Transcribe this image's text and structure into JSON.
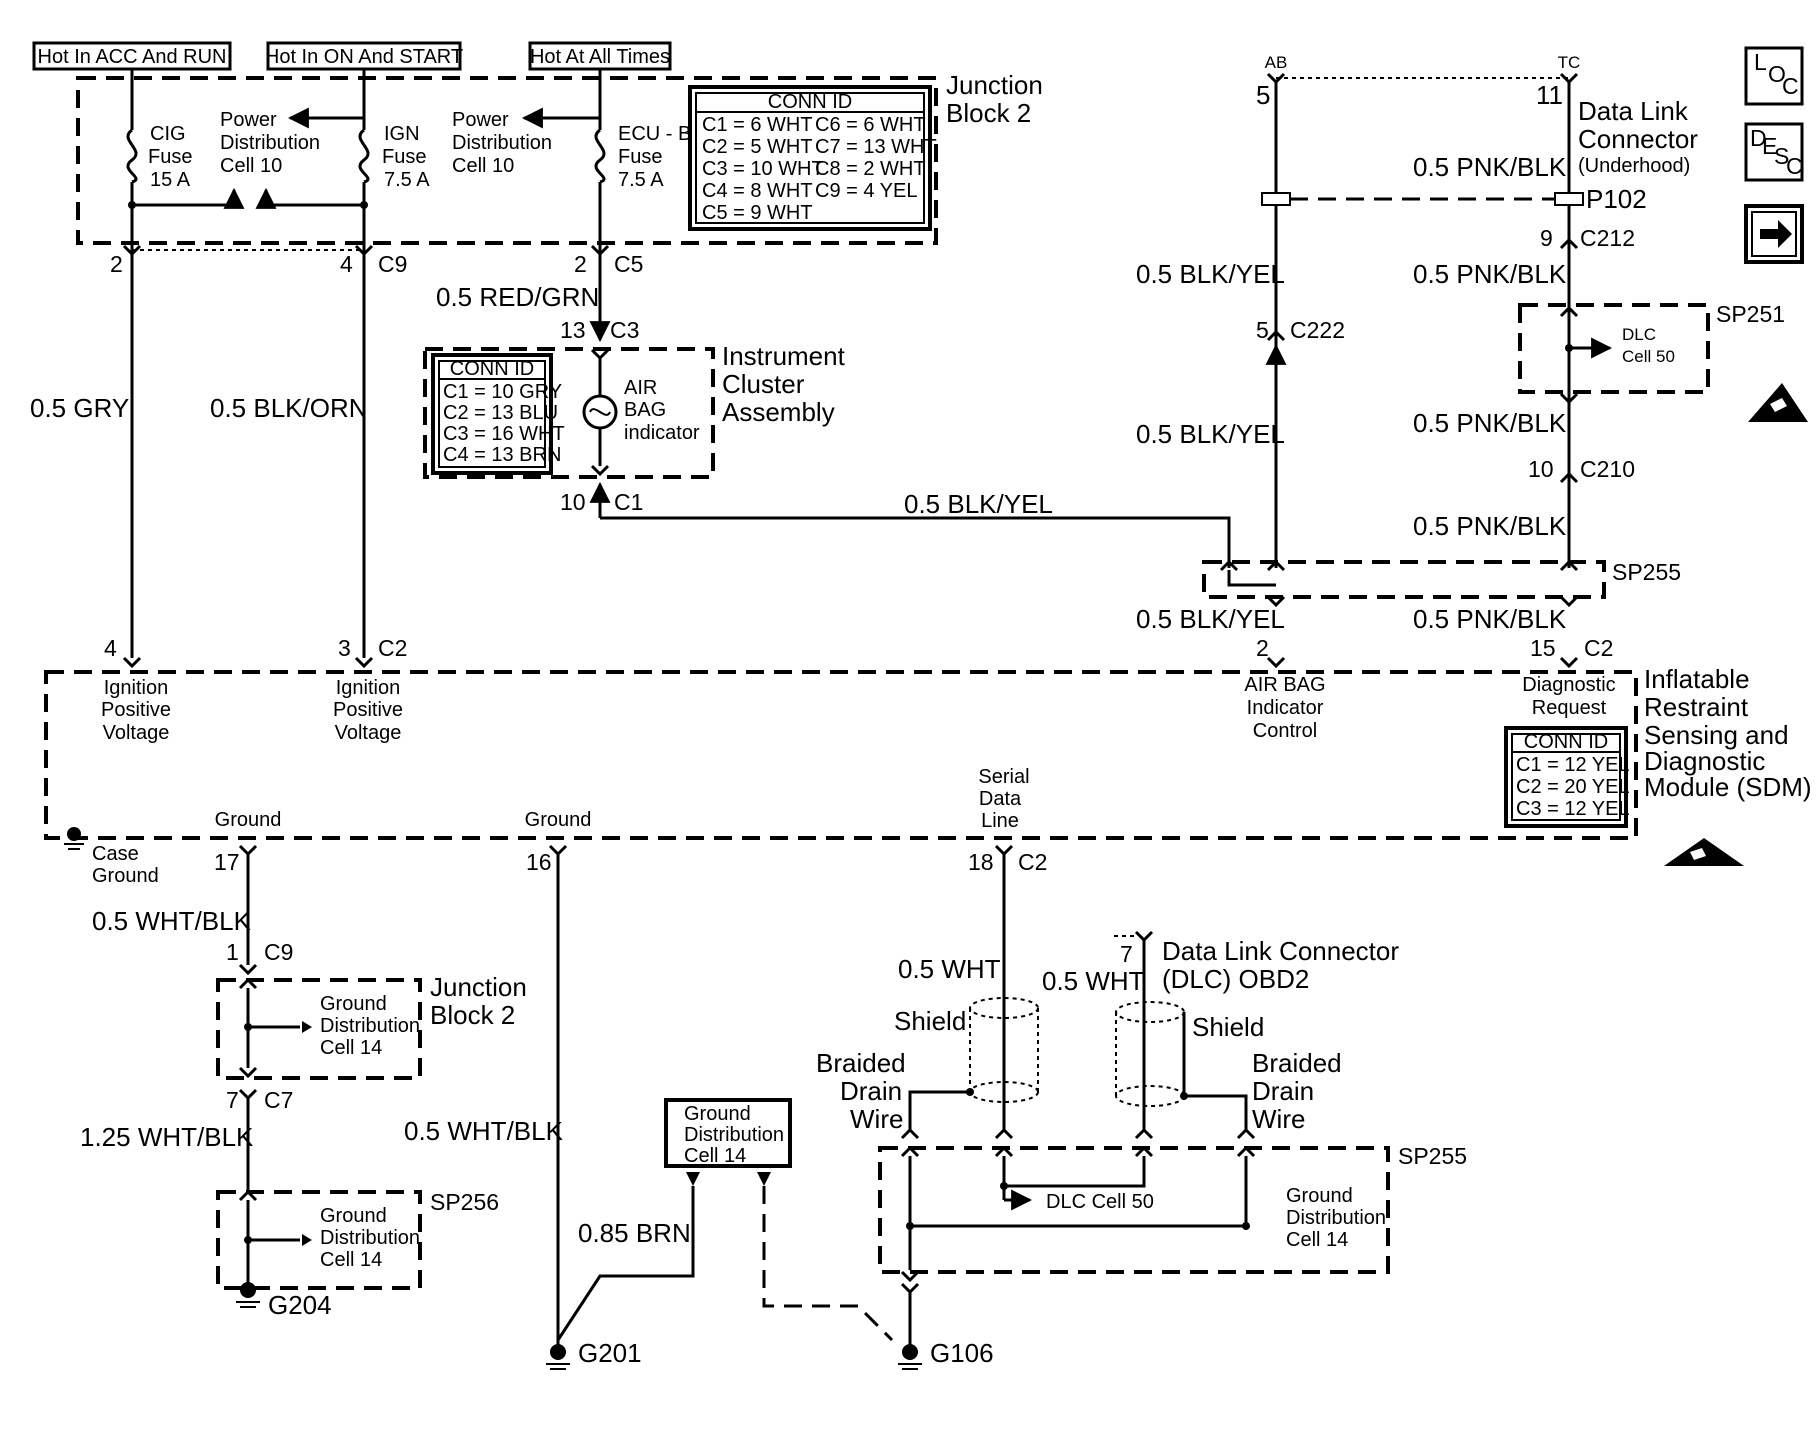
{
  "sources": {
    "acc_run": "Hot In ACC And RUN",
    "on_start": "Hot In ON And START",
    "all_times": "Hot At All Times"
  },
  "junction_block": {
    "title_line1": "Junction",
    "title_line2": "Block 2",
    "cig_fuse": [
      "CIG",
      "Fuse",
      "15 A"
    ],
    "ign_fuse": [
      "IGN",
      "Fuse",
      "7.5 A"
    ],
    "ecu_fuse": [
      "ECU - B",
      "Fuse",
      "7.5 A"
    ],
    "power_dist_1": [
      "Power",
      "Distribution",
      "Cell 10"
    ],
    "power_dist_2": [
      "Power",
      "Distribution",
      "Cell 10"
    ],
    "conn_id": {
      "title": "CONN ID",
      "left": [
        "C1 = 6 WHT",
        "C2 = 5 WHT",
        "C3 = 10 WHT",
        "C4 = 8 WHT",
        "C5 = 9 WHT"
      ],
      "right": [
        "C6 = 6 WHT",
        "C7 = 13 WHT",
        "C8 = 2 WHT",
        "C9 = 4 YEL"
      ]
    }
  },
  "instrument_cluster": {
    "title": [
      "Instrument",
      "Cluster",
      "Assembly"
    ],
    "indicator": [
      "AIR",
      "BAG",
      "indicator"
    ],
    "conn_id": {
      "title": "CONN ID",
      "rows": [
        "C1 = 10 GRY",
        "C2 = 13 BLU",
        "C3 = 16 WHT",
        "C4 = 13 BRN"
      ]
    }
  },
  "dlc_underhood": {
    "title": [
      "Data Link",
      "Connector"
    ],
    "subtitle": "(Underhood)",
    "pin_ab": "AB",
    "pin_tc": "TC",
    "pin_5": "5",
    "pin_11": "11",
    "p102": "P102"
  },
  "sdm": {
    "title": [
      "Inflatable",
      "Restraint",
      "Sensing and",
      "Diagnostic",
      "Module (SDM)"
    ],
    "ign_pos_1": [
      "Ignition",
      "Positive",
      "Voltage"
    ],
    "ign_pos_2": [
      "Ignition",
      "Positive",
      "Voltage"
    ],
    "airbag_ctrl": [
      "AIR BAG",
      "Indicator",
      "Control"
    ],
    "diag_req": [
      "Diagnostic",
      "Request"
    ],
    "case_ground": [
      "Case",
      "Ground"
    ],
    "ground_1": "Ground",
    "ground_2": "Ground",
    "serial_data": [
      "Serial",
      "Data",
      "Line"
    ],
    "conn_id": {
      "title": "CONN ID",
      "rows": [
        "C1 = 12 YEL",
        "C2 = 20 YEL",
        "C3 = 12 YEL"
      ]
    }
  },
  "wires": {
    "gry": "0.5 GRY",
    "blk_orn": "0.5 BLK/ORN",
    "red_grn": "0.5 RED/GRN",
    "blk_yel": "0.5 BLK/YEL",
    "pnk_blk": "0.5 PNK/BLK",
    "wht_blk": "0.5 WHT/BLK",
    "wht_blk_125": "1.25 WHT/BLK",
    "brn_085": "0.85 BRN",
    "wht": "0.5 WHT"
  },
  "pins": {
    "p2": "2",
    "p4": "4",
    "p3": "3",
    "p5": "5",
    "p9": "9",
    "p10": "10",
    "p13": "13",
    "p15": "15",
    "p16": "16",
    "p17": "17",
    "p18": "18",
    "p1": "1",
    "p7": "7"
  },
  "connectors": {
    "c1": "C1",
    "c2": "C2",
    "c3": "C3",
    "c5": "C5",
    "c7": "C7",
    "c9": "C9",
    "c210": "C210",
    "c212": "C212",
    "c222": "C222"
  },
  "splices": {
    "sp251": "SP251",
    "sp255": "SP255",
    "sp256": "SP256",
    "dlc_cell_50": [
      "DLC",
      "Cell 50"
    ],
    "dlc_cell_50_inline": "DLC Cell 50"
  },
  "ground_dist": {
    "lines": [
      "Ground",
      "Distribution",
      "Cell 14"
    ]
  },
  "grounds": {
    "g201": "G201",
    "g204": "G204",
    "g106": "G106"
  },
  "dlc_obd2": {
    "title_line1": "Data Link Connector",
    "title_line2": "(DLC) OBD2",
    "shield": "Shield",
    "drain": [
      "Braided",
      "Drain",
      "Wire"
    ]
  },
  "side_icons": {
    "loc": [
      "L",
      "O",
      "C"
    ],
    "desc": [
      "D",
      "E",
      "S",
      "C"
    ],
    "next": "arrow-right-icon"
  }
}
